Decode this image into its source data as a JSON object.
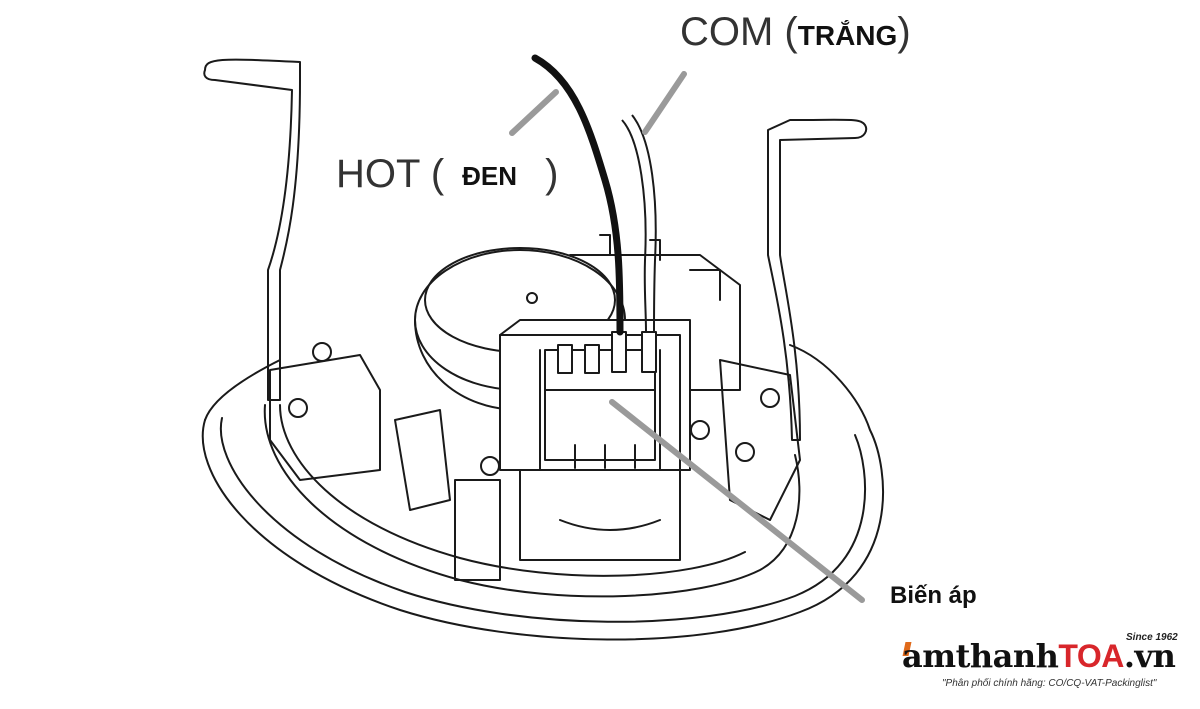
{
  "labels": {
    "com_text": "COM (",
    "com_color": "TRẮNG",
    "com_close": ")",
    "hot_text": "HOT (",
    "hot_color": "ĐEN",
    "hot_close": ")",
    "transformer": "Biến áp"
  },
  "logo": {
    "brand_part1": "amthanh",
    "brand_part2": "TOA",
    "brand_part3": ".vn",
    "since": "Since 1962",
    "tagline": "\"Phân phối chính hãng: CO/CQ-VAT-Packinglist\""
  },
  "colors": {
    "line": "#1a1a1a",
    "leader": "#9a9a9a",
    "hot_wire": "#111111",
    "brand_red": "#d8262b",
    "brand_orange": "#e06a1b"
  }
}
